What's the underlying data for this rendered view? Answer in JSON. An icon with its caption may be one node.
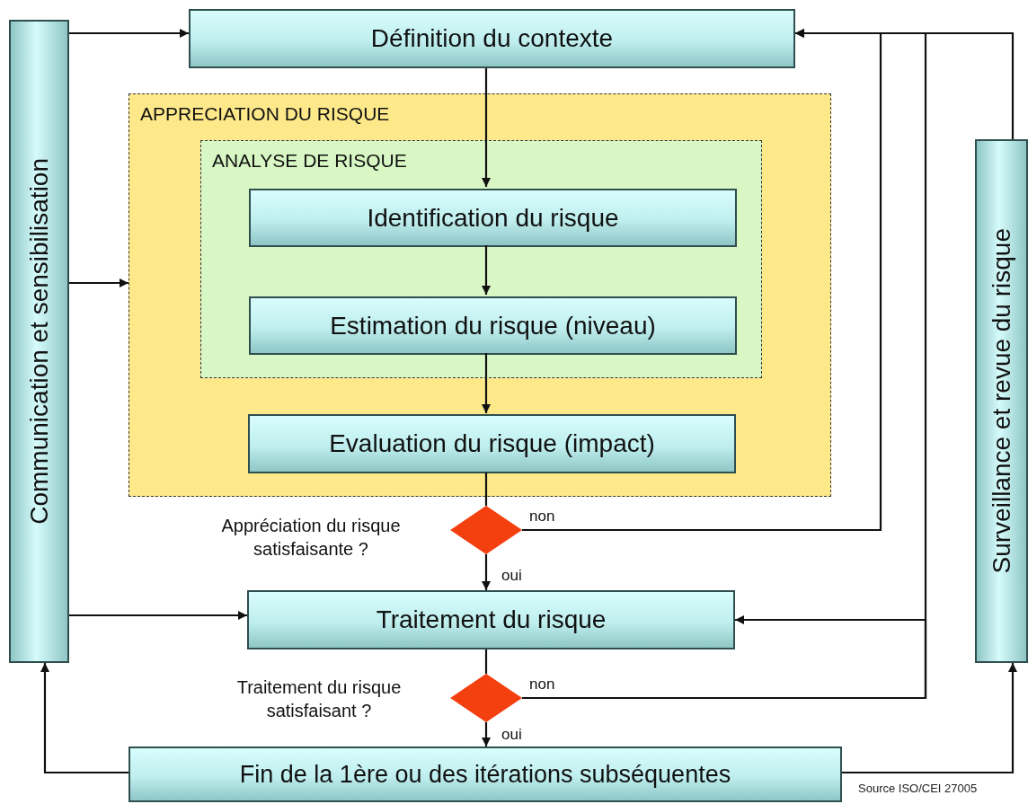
{
  "diagram": {
    "nodes": [
      {
        "text": [
          "Communication et sensibilisation"
        ]
      },
      {
        "text": [
          "Définition du contexte"
        ]
      },
      {
        "text": [
          "APPRECIATION DU RISQUE"
        ]
      },
      {
        "text": [
          "ANALYSE DE RISQUE"
        ],
        "in": 2
      },
      {
        "text": [
          "Identification du risque"
        ],
        "in": 3
      },
      {
        "text": [
          "Estimation du risque (niveau)"
        ],
        "in": 3
      },
      {
        "text": [
          "Evaluation du risque (impact)"
        ],
        "in": 2
      },
      {
        "text": [],
        "shape": "diamond",
        "beside": [
          "Appréciation du risque satisfaisante ?"
        ]
      },
      {
        "text": [
          "Traitement du risque"
        ]
      },
      {
        "text": [],
        "shape": "diamond",
        "beside": [
          "Traitement du risque satisfaisant ?"
        ]
      },
      {
        "text": [
          "Fin de la 1ère ou des itérations subséquentes"
        ]
      },
      {
        "text": [
          "Surveillance et revue du risque"
        ]
      }
    ],
    "edges": [
      {
        "from": 0,
        "to": 1,
        "arrow": "to"
      },
      {
        "from": 0,
        "to": 2,
        "arrow": "to"
      },
      {
        "from": 0,
        "to": 8,
        "arrow": "to"
      },
      {
        "from": 1,
        "to": 4,
        "arrow": "to"
      },
      {
        "from": 4,
        "to": 5,
        "arrow": "to"
      },
      {
        "from": 5,
        "to": 6,
        "arrow": "to"
      },
      {
        "from": 6,
        "to": 7,
        "arrow": "none"
      },
      {
        "from": 7,
        "to": 8,
        "arrow": "to",
        "label": "oui"
      },
      {
        "from": 7,
        "to": 1,
        "arrow": "to",
        "label": "non"
      },
      {
        "from": 8,
        "to": 9,
        "arrow": "none"
      },
      {
        "from": 9,
        "to": 10,
        "arrow": "to",
        "label": "oui"
      },
      {
        "from": 9,
        "to": 8,
        "arrow": "to",
        "label": "non"
      },
      {
        "from": 9,
        "to": 1,
        "arrow": "to"
      },
      {
        "from": 10,
        "to": 0,
        "arrow": "to"
      },
      {
        "from": 10,
        "to": 11,
        "arrow": "to"
      },
      {
        "from": 11,
        "to": 1,
        "arrow": "to"
      }
    ],
    "labels": [
      "Source ISO/CEI 27005"
    ]
  }
}
